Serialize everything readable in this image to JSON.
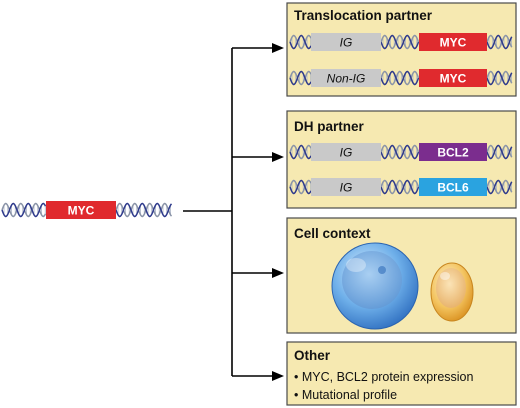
{
  "source": {
    "gene": "MYC"
  },
  "panels": {
    "translocation": {
      "title": "Translocation partner",
      "rows": [
        {
          "partner_prefix": "",
          "partner_italic": "IG",
          "gene": "MYC"
        },
        {
          "partner_prefix": "Non-",
          "partner_italic": "IG",
          "gene": "MYC"
        }
      ]
    },
    "dh": {
      "title": "DH partner",
      "rows": [
        {
          "partner_prefix": "",
          "partner_italic": "IG",
          "gene": "BCL2"
        },
        {
          "partner_prefix": "",
          "partner_italic": "IG",
          "gene": "BCL6"
        }
      ]
    },
    "cell": {
      "title": "Cell context"
    },
    "other": {
      "title": "Other",
      "bullets": [
        "• MYC, BCL2 protein expression",
        "• Mutational profile"
      ]
    }
  },
  "colors": {
    "panel_fill": "#f6e9b1",
    "myc": "#e02a2e",
    "bcl2": "#7b2d8e",
    "bcl6": "#2aa3e0",
    "ig_box": "#c9c9c9",
    "large_cell": "#4f9be0",
    "small_cell": "#f2b84b"
  }
}
